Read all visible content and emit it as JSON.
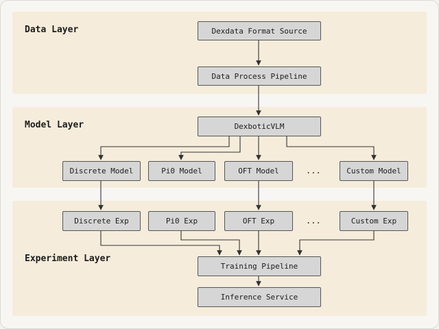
{
  "layers": {
    "data": "Data Layer",
    "model": "Model Layer",
    "experiment": "Experiment Layer"
  },
  "nodes": {
    "dexdata_source": "Dexdata Format Source",
    "data_pipeline": "Data Process Pipeline",
    "dexbotic_vlm": "DexboticVLM",
    "discrete_model": "Discrete Model",
    "pi0_model": "Pi0 Model",
    "oft_model": "OFT Model",
    "custom_model": "Custom Model",
    "discrete_exp": "Discrete Exp",
    "pi0_exp": "Pi0 Exp",
    "oft_exp": "OFT Exp",
    "custom_exp": "Custom Exp",
    "training_pipeline": "Training Pipeline",
    "inference_service": "Inference Service"
  },
  "ellipsis": "...",
  "colors": {
    "band": "#f6ecdb",
    "node_fill": "#d6d6d6",
    "node_border": "#555555",
    "edge": "#333333"
  }
}
